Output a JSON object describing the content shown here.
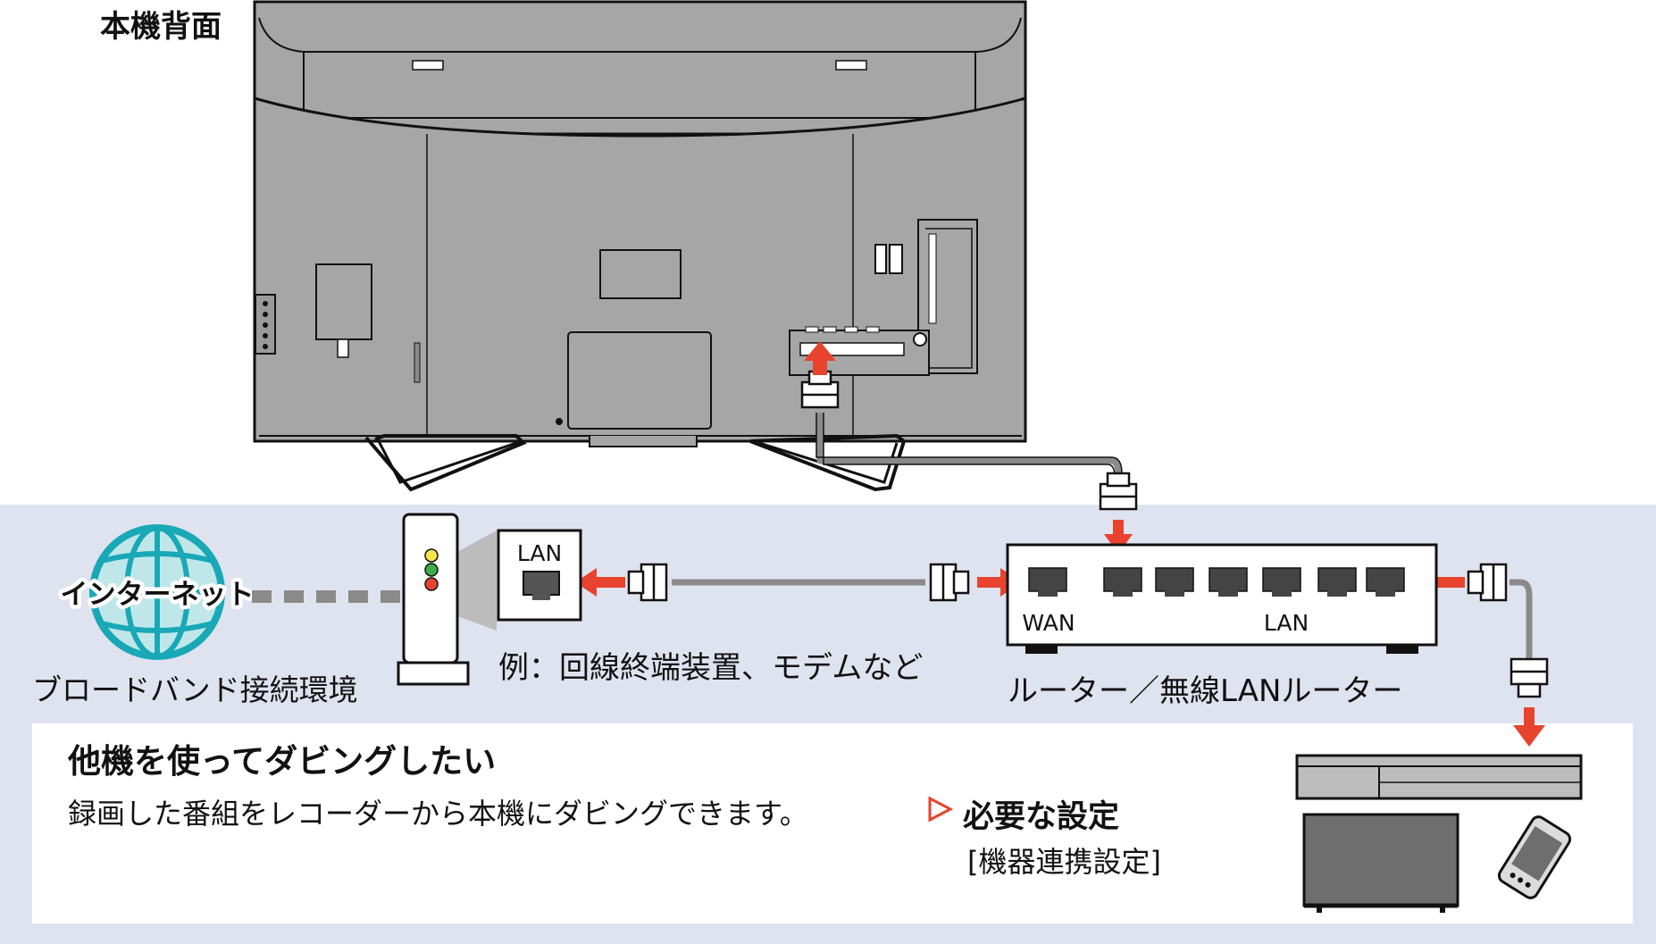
{
  "labels": {
    "rear_view": "本機背面",
    "internet": "インターネット",
    "broadband": "ブロードバンド接続環境",
    "lan_port": "LAN",
    "modem_note": "例：回線終端装置、モデムなど",
    "router_wan": "WAN",
    "router_lan": "LAN",
    "router": "ルーター／無線LANルーター"
  },
  "usecase": {
    "title": "他機を使ってダビングしたい",
    "description": "録画した番組をレコーダーから本機にダビングできます。",
    "requirement_heading": "必要な設定",
    "requirement_item": "[機器連携設定]"
  },
  "colors": {
    "band": "#dfe3ef",
    "tv_body": "#a6a6a6",
    "arrow": "#e8432e",
    "globe": "#19a8b5",
    "cable": "#8a8a8a"
  }
}
